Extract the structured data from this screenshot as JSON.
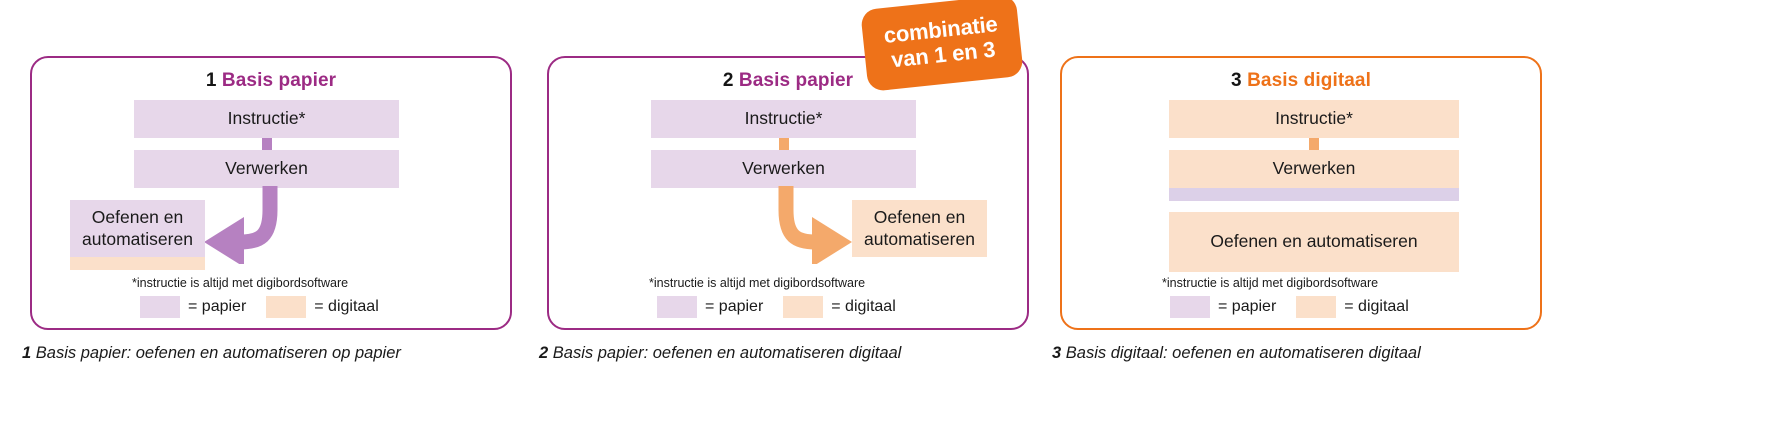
{
  "badge": {
    "line1": "combinatie",
    "line2": "van 1 en 3"
  },
  "legend_common": {
    "footnote": "*instructie is altijd met digibordsoftware",
    "paper_label": "= papier",
    "digital_label": "= digitaal"
  },
  "colors": {
    "purple_border": "#9C2B84",
    "orange_border": "#EE7219",
    "paper_fill": "#E7D7EA",
    "digital_fill": "#FBE0CA",
    "purple_arrow": "#B681C1",
    "orange_arrow": "#F4A96B",
    "badge_bg": "#EE7219",
    "badge_text": "#FFFFFF"
  },
  "panels": [
    {
      "num": "1",
      "name": "Basis papier",
      "boxes": {
        "instructie": "Instructie*",
        "verwerken": "Verwerken",
        "oefenen": "Oefenen en automatiseren"
      },
      "footnote": "*instructie is altijd met digibordsoftware",
      "paper_label": "= papier",
      "digital_label": "= digitaal",
      "caption_num": "1",
      "caption_text": "Basis papier: oefenen en automatiseren op papier"
    },
    {
      "num": "2",
      "name": "Basis papier",
      "boxes": {
        "instructie": "Instructie*",
        "verwerken": "Verwerken",
        "oefenen": "Oefenen en automatiseren"
      },
      "footnote": "*instructie is altijd met digibordsoftware",
      "paper_label": "= papier",
      "digital_label": "= digitaal",
      "caption_num": "2",
      "caption_text": "Basis papier: oefenen en automatiseren digitaal"
    },
    {
      "num": "3",
      "name": "Basis digitaal",
      "boxes": {
        "instructie": "Instructie*",
        "verwerken": "Verwerken",
        "oefenen": "Oefenen en automatiseren"
      },
      "footnote": "*instructie is altijd met digibordsoftware",
      "paper_label": "= papier",
      "digital_label": "= digitaal",
      "caption_num": "3",
      "caption_text": "Basis digitaal: oefenen en automatiseren digitaal"
    }
  ]
}
